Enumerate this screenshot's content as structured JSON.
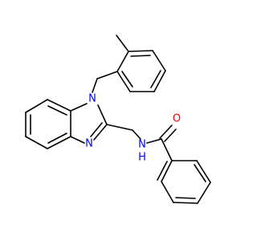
{
  "molecule": {
    "atoms": {
      "n1": {
        "symbol": "N",
        "color": "#0000ff"
      },
      "n2": {
        "symbol": "N",
        "color": "#0000ff"
      },
      "n3": {
        "symbol": "N",
        "color": "#0000ff"
      },
      "h3": {
        "symbol": "H",
        "color": "#0000ff"
      },
      "o1": {
        "symbol": "O",
        "color": "#ff0000"
      }
    },
    "bond_color": "#000000",
    "background": "#ffffff"
  }
}
